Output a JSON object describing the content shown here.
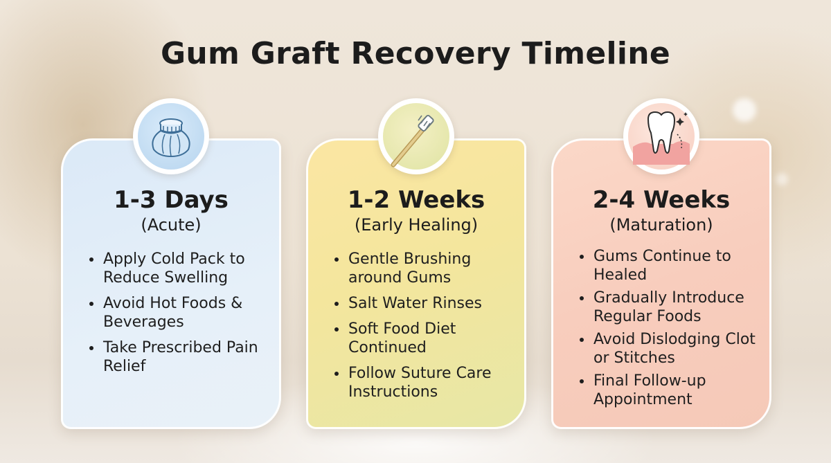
{
  "title": "Gum Graft Recovery Timeline",
  "phases": [
    {
      "title": "1-3 Days",
      "subtitle": "(Acute)",
      "icon": "cold-pack-icon",
      "color": "#dbe9f7",
      "items": [
        "Apply Cold Pack to Reduce Swelling",
        "Avoid Hot Foods & Beverages",
        "Take Prescribed Pain Relief"
      ]
    },
    {
      "title": "1-2 Weeks",
      "subtitle": "(Early Healing)",
      "icon": "toothbrush-icon",
      "color": "#f4e69d",
      "items": [
        "Gentle Brushing around Gums",
        "Salt Water Rinses",
        "Soft Food Diet Continued",
        "Follow Suture Care Instructions"
      ]
    },
    {
      "title": "2-4 Weeks",
      "subtitle": "(Maturation)",
      "icon": "tooth-icon",
      "color": "#f8cdbd",
      "items": [
        "Gums Continue to Healed",
        "Gradually Introduce Regular Foods",
        "Avoid Dislodging Clot or Stitches",
        "Final Follow-up Appointment"
      ]
    }
  ]
}
